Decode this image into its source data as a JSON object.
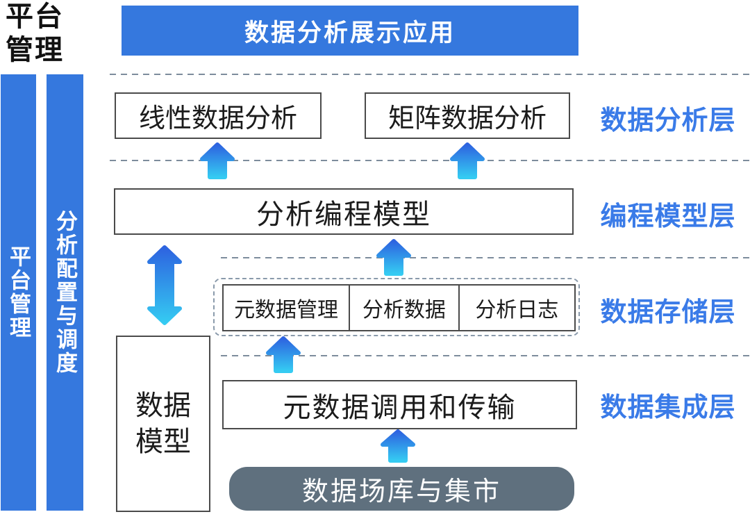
{
  "colors": {
    "primary_blue": "#3578DE",
    "layer_label_blue": "#3A7BE8",
    "arrow_gradient_top": "#2D63E0",
    "arrow_gradient_bottom": "#35CBF2",
    "dashed_line_gray": "#7D8C9C",
    "box_border_gray": "#4A4A4A",
    "source_box_gray": "#5F707E",
    "background": "#FFFFFF"
  },
  "corner_title": "平台\n管理",
  "top_banner": {
    "label": "数据分析展示应用"
  },
  "sidebars": [
    {
      "label": "平台管理"
    },
    {
      "label": "分析配置与调度"
    }
  ],
  "layer_labels": [
    {
      "label": "数据分析层"
    },
    {
      "label": "编程模型层"
    },
    {
      "label": "数据存储层"
    },
    {
      "label": "数据集成层"
    }
  ],
  "analysis_layer": {
    "boxes": [
      {
        "label": "线性数据分析"
      },
      {
        "label": "矩阵数据分析"
      }
    ]
  },
  "programming_layer": {
    "box_label": "分析编程模型"
  },
  "storage_layer": {
    "cells": [
      "元数据管理",
      "分析数据",
      "分析日志"
    ]
  },
  "integration_layer": {
    "box_label": "元数据调用和传输"
  },
  "data_model": {
    "label": "数据\n模型"
  },
  "source_box": {
    "label": "数据场库与集市"
  },
  "icons": {
    "up_arrow": "up-arrow-icon",
    "double_arrow": "double-vertical-arrow-icon"
  },
  "connections": [
    {
      "from": "数据分析层分隔线",
      "to": "线性数据分析",
      "type": "up-arrow"
    },
    {
      "from": "数据分析层分隔线",
      "to": "矩阵数据分析",
      "type": "up-arrow"
    },
    {
      "from": "数据存储层",
      "to": "分析编程模型",
      "type": "up-arrow"
    },
    {
      "from": "元数据调用和传输",
      "to": "元数据管理",
      "type": "up-arrow"
    },
    {
      "from": "数据场库与集市",
      "to": "元数据调用和传输",
      "type": "up-arrow"
    },
    {
      "from": "数据模型",
      "to": "分析编程模型",
      "type": "double-arrow"
    }
  ]
}
